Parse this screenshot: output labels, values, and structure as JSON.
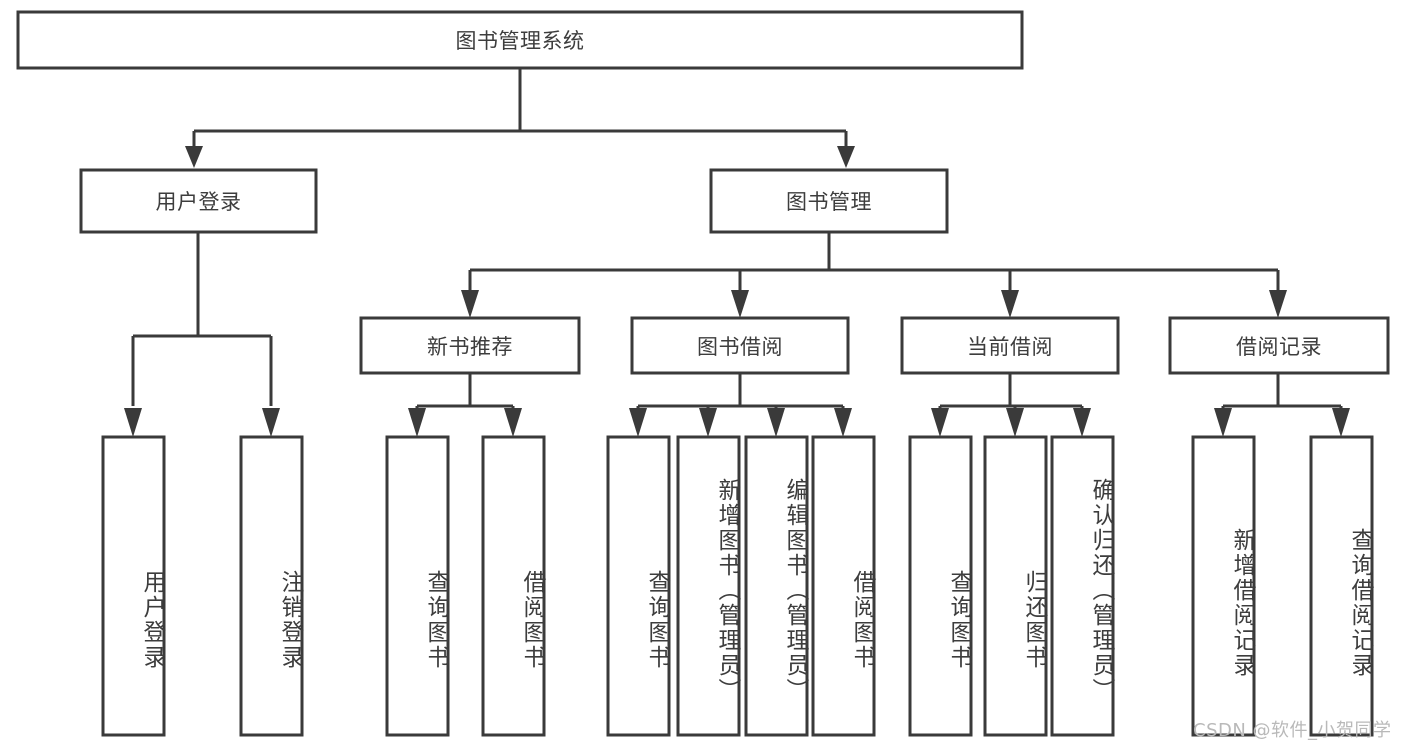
{
  "diagram": {
    "type": "tree-hierarchy",
    "title_node": "图书管理系统",
    "watermark": "CSDN @软件_小贺同学",
    "colors": {
      "stroke": "#3a3a3a",
      "fill": "#ffffff",
      "text": "#3d3d3d",
      "watermark": "#b9b9b9",
      "background": "#ffffff"
    },
    "levels": {
      "level1": [
        {
          "id": "root",
          "label": "图书管理系统",
          "orientation": "horizontal"
        }
      ],
      "level2": [
        {
          "id": "user-login",
          "label": "用户登录",
          "orientation": "horizontal"
        },
        {
          "id": "book-manage",
          "label": "图书管理",
          "orientation": "horizontal"
        }
      ],
      "level3": [
        {
          "id": "new-book-rec",
          "label": "新书推荐",
          "orientation": "horizontal"
        },
        {
          "id": "book-borrow",
          "label": "图书借阅",
          "orientation": "horizontal"
        },
        {
          "id": "current-borrow",
          "label": "当前借阅",
          "orientation": "horizontal"
        },
        {
          "id": "borrow-record",
          "label": "借阅记录",
          "orientation": "horizontal"
        }
      ],
      "level4": [
        {
          "id": "leaf-user-login",
          "label": "用户登录",
          "parent": "user-login",
          "orientation": "vertical"
        },
        {
          "id": "leaf-user-logout",
          "label": "注销登录",
          "parent": "user-login",
          "orientation": "vertical"
        },
        {
          "id": "leaf-query-book-1",
          "label": "查询图书",
          "parent": "new-book-rec",
          "orientation": "vertical"
        },
        {
          "id": "leaf-borrow-book-1",
          "label": "借阅图书",
          "parent": "new-book-rec",
          "orientation": "vertical"
        },
        {
          "id": "leaf-query-book-2",
          "label": "查询图书",
          "parent": "book-borrow",
          "orientation": "vertical"
        },
        {
          "id": "leaf-add-book",
          "label": "新增图书（管理员）",
          "parent": "book-borrow",
          "orientation": "vertical"
        },
        {
          "id": "leaf-edit-book",
          "label": "编辑图书（管理员）",
          "parent": "book-borrow",
          "orientation": "vertical"
        },
        {
          "id": "leaf-borrow-book-2",
          "label": "借阅图书",
          "parent": "book-borrow",
          "orientation": "vertical"
        },
        {
          "id": "leaf-query-book-3",
          "label": "查询图书",
          "parent": "current-borrow",
          "orientation": "vertical"
        },
        {
          "id": "leaf-return-book",
          "label": "归还图书",
          "parent": "current-borrow",
          "orientation": "vertical"
        },
        {
          "id": "leaf-confirm-return",
          "label": "确认归还（管理员）",
          "parent": "current-borrow",
          "orientation": "vertical"
        },
        {
          "id": "leaf-add-record",
          "label": "新增借阅记录",
          "parent": "borrow-record",
          "orientation": "vertical"
        },
        {
          "id": "leaf-query-record",
          "label": "查询借阅记录",
          "parent": "borrow-record",
          "orientation": "vertical"
        }
      ]
    }
  }
}
